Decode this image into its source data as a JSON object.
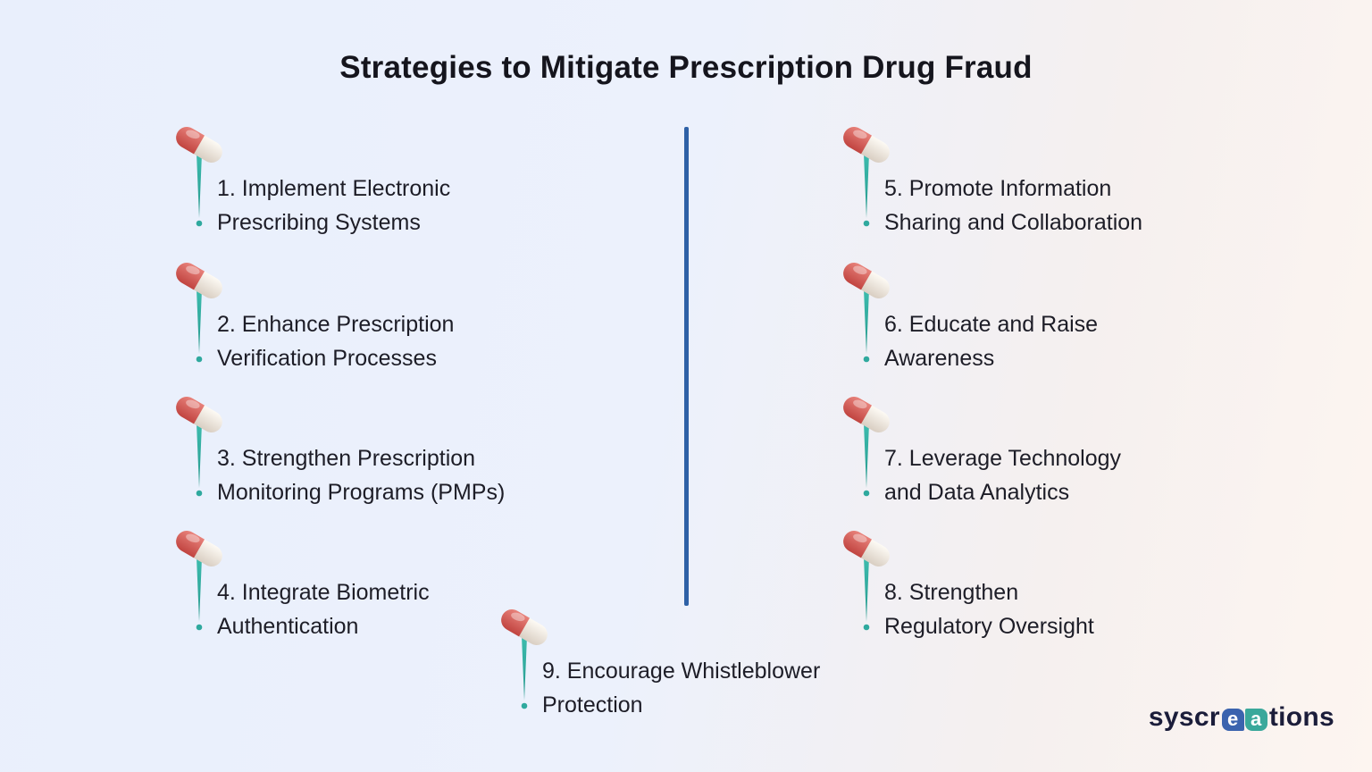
{
  "title": "Strategies to Mitigate Prescription Drug Fraud",
  "items": [
    {
      "line1": "1. Implement Electronic",
      "line2": "Prescribing Systems"
    },
    {
      "line1": "2. Enhance Prescription",
      "line2": "Verification Processes"
    },
    {
      "line1": "3. Strengthen Prescription",
      "line2": "Monitoring Programs (PMPs)"
    },
    {
      "line1": "4. Integrate Biometric",
      "line2": "Authentication"
    },
    {
      "line1": "5. Promote Information",
      "line2": "Sharing and Collaboration"
    },
    {
      "line1": "6. Educate and Raise",
      "line2": "Awareness"
    },
    {
      "line1": "7. Leverage Technology",
      "line2": "and Data Analytics"
    },
    {
      "line1": "8. Strengthen",
      "line2": "Regulatory Oversight"
    },
    {
      "line1": "9. Encourage Whistleblower",
      "line2": "Protection"
    }
  ],
  "icons": {
    "pill": "pill-capsule-marker-icon"
  },
  "logo": {
    "prefix": "syscr",
    "tile_e": "e",
    "tile_a": "a",
    "suffix": "tions"
  },
  "colors": {
    "bg_left": "#e9effc",
    "bg_right": "#fdf5f0",
    "text": "#1d1d27",
    "divider": "#2e61a6",
    "pill_red": "#cd4f4a",
    "pill_white": "#f6f1ea",
    "pill_teal": "#2fab9e",
    "logo_navy": "#1b1d3a",
    "logo_blue": "#3b63ae",
    "logo_teal": "#3aa89b"
  }
}
